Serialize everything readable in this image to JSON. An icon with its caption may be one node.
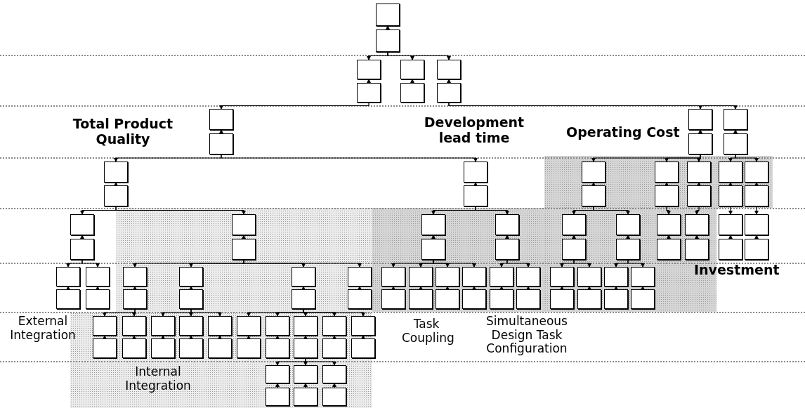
{
  "diagram": {
    "nodes": [
      {
        "text": [],
        "shape": "box"
      },
      {
        "text": [],
        "shape": "box"
      },
      {
        "text": [],
        "shape": "box"
      },
      {
        "text": [],
        "shape": "box"
      },
      {
        "text": [],
        "shape": "box"
      },
      {
        "text": [],
        "shape": "box"
      },
      {
        "text": [],
        "shape": "box"
      },
      {
        "text": [],
        "shape": "box"
      },
      {
        "text": [],
        "shape": "box"
      },
      {
        "text": [],
        "shape": "box"
      },
      {
        "text": [],
        "shape": "box"
      },
      {
        "text": [],
        "shape": "box"
      },
      {
        "text": [],
        "shape": "box"
      },
      {
        "text": [],
        "shape": "box"
      },
      {
        "text": [],
        "shape": "box"
      },
      {
        "text": [],
        "shape": "box"
      },
      {
        "text": [],
        "shape": "box"
      },
      {
        "text": [],
        "shape": "box"
      },
      {
        "text": [],
        "shape": "box"
      },
      {
        "text": [],
        "shape": "box"
      },
      {
        "text": [],
        "shape": "box"
      },
      {
        "text": [],
        "shape": "box"
      },
      {
        "text": [],
        "shape": "box"
      },
      {
        "text": [],
        "shape": "box"
      },
      {
        "text": [],
        "shape": "box"
      },
      {
        "text": [],
        "shape": "box"
      },
      {
        "text": [],
        "shape": "box"
      },
      {
        "text": [],
        "shape": "box"
      },
      {
        "text": [],
        "shape": "box"
      },
      {
        "text": [],
        "shape": "box"
      },
      {
        "text": [],
        "shape": "box"
      },
      {
        "text": [],
        "shape": "box"
      },
      {
        "text": [],
        "shape": "box"
      },
      {
        "text": [],
        "shape": "box"
      },
      {
        "text": [],
        "shape": "box"
      },
      {
        "text": [],
        "shape": "box"
      },
      {
        "text": [],
        "shape": "box"
      },
      {
        "text": [],
        "shape": "box"
      },
      {
        "text": [],
        "shape": "box"
      },
      {
        "text": [],
        "shape": "box"
      },
      {
        "text": [],
        "shape": "box"
      },
      {
        "text": [],
        "shape": "box"
      },
      {
        "text": [],
        "shape": "box"
      },
      {
        "text": [],
        "shape": "box"
      },
      {
        "text": [],
        "shape": "box"
      },
      {
        "text": [],
        "shape": "box"
      },
      {
        "text": [],
        "shape": "box"
      },
      {
        "text": [],
        "shape": "box"
      },
      {
        "text": [],
        "shape": "box"
      },
      {
        "text": [],
        "shape": "box"
      },
      {
        "text": [],
        "shape": "box"
      },
      {
        "text": [],
        "shape": "box"
      },
      {
        "text": [],
        "shape": "box"
      },
      {
        "text": [],
        "shape": "box"
      },
      {
        "text": [],
        "shape": "box"
      },
      {
        "text": [],
        "shape": "box"
      },
      {
        "text": [],
        "shape": "box"
      },
      {
        "text": [],
        "shape": "box"
      },
      {
        "text": [],
        "shape": "box"
      },
      {
        "text": [],
        "shape": "box"
      },
      {
        "text": [],
        "shape": "box"
      },
      {
        "text": [],
        "shape": "box"
      },
      {
        "text": [],
        "shape": "box"
      },
      {
        "text": [],
        "shape": "box"
      },
      {
        "text": [],
        "shape": "box"
      },
      {
        "text": [],
        "shape": "box"
      },
      {
        "text": [],
        "shape": "box"
      },
      {
        "text": [],
        "shape": "box"
      },
      {
        "text": [],
        "shape": "box"
      },
      {
        "text": [],
        "shape": "box"
      },
      {
        "text": [],
        "shape": "box"
      },
      {
        "text": [],
        "shape": "box"
      },
      {
        "text": [],
        "shape": "box"
      },
      {
        "text": [],
        "shape": "box"
      },
      {
        "text": [],
        "shape": "box"
      },
      {
        "text": [],
        "shape": "box"
      },
      {
        "text": [],
        "shape": "box"
      },
      {
        "text": [],
        "shape": "box"
      },
      {
        "text": [],
        "shape": "box"
      },
      {
        "text": [],
        "shape": "box"
      },
      {
        "text": [],
        "shape": "box"
      },
      {
        "text": [],
        "shape": "box"
      },
      {
        "text": [],
        "shape": "box"
      },
      {
        "text": [],
        "shape": "box"
      },
      {
        "text": [],
        "shape": "box"
      },
      {
        "text": [],
        "shape": "box"
      },
      {
        "text": [],
        "shape": "box"
      },
      {
        "text": [],
        "shape": "box"
      },
      {
        "text": [],
        "shape": "box"
      },
      {
        "text": [],
        "shape": "box"
      },
      {
        "text": [],
        "shape": "box"
      },
      {
        "text": [],
        "shape": "box"
      },
      {
        "text": [],
        "shape": "box"
      },
      {
        "text": [],
        "shape": "box"
      },
      {
        "text": [],
        "shape": "box"
      },
      {
        "text": [],
        "shape": "box"
      },
      {
        "text": [],
        "shape": "box"
      },
      {
        "text": [],
        "shape": "box"
      },
      {
        "text": [],
        "shape": "box"
      },
      {
        "text": [],
        "shape": "box"
      },
      {
        "text": [],
        "shape": "box"
      },
      {
        "text": [],
        "shape": "box"
      },
      {
        "text": [],
        "shape": "box"
      },
      {
        "text": [],
        "shape": "box"
      },
      {
        "text": [],
        "shape": "box"
      },
      {
        "text": [],
        "shape": "box"
      }
    ],
    "edges": [
      {
        "from": 1,
        "to": 0,
        "arrow": "to"
      },
      {
        "from": 3,
        "to": 2,
        "arrow": "to"
      },
      {
        "from": 5,
        "to": 4,
        "arrow": "to"
      },
      {
        "from": 7,
        "to": 6,
        "arrow": "to"
      },
      {
        "from": 9,
        "to": 8,
        "arrow": "to"
      },
      {
        "from": 11,
        "to": 10,
        "arrow": "to"
      },
      {
        "from": 13,
        "to": 12,
        "arrow": "to"
      },
      {
        "from": 15,
        "to": 14,
        "arrow": "to"
      },
      {
        "from": 17,
        "to": 16,
        "arrow": "to"
      },
      {
        "from": 19,
        "to": 18,
        "arrow": "to"
      },
      {
        "from": 21,
        "to": 20,
        "arrow": "to"
      },
      {
        "from": 23,
        "to": 22,
        "arrow": "to"
      },
      {
        "from": 25,
        "to": 24,
        "arrow": "to"
      },
      {
        "from": 27,
        "to": 26,
        "arrow": "to"
      },
      {
        "from": 29,
        "to": 28,
        "arrow": "to"
      },
      {
        "from": 31,
        "to": 30,
        "arrow": "to"
      },
      {
        "from": 33,
        "to": 32,
        "arrow": "to"
      },
      {
        "from": 35,
        "to": 34,
        "arrow": "to"
      },
      {
        "from": 37,
        "to": 36,
        "arrow": "to"
      },
      {
        "from": 39,
        "to": 38,
        "arrow": "to"
      },
      {
        "from": 41,
        "to": 40,
        "arrow": "to"
      },
      {
        "from": 43,
        "to": 42,
        "arrow": "to"
      },
      {
        "from": 45,
        "to": 44,
        "arrow": "to"
      },
      {
        "from": 47,
        "to": 46,
        "arrow": "to"
      },
      {
        "from": 49,
        "to": 48,
        "arrow": "to"
      },
      {
        "from": 51,
        "to": 50,
        "arrow": "to"
      },
      {
        "from": 53,
        "to": 52,
        "arrow": "to"
      },
      {
        "from": 55,
        "to": 54,
        "arrow": "to"
      },
      {
        "from": 57,
        "to": 56,
        "arrow": "to"
      },
      {
        "from": 59,
        "to": 58,
        "arrow": "to"
      },
      {
        "from": 61,
        "to": 60,
        "arrow": "to"
      },
      {
        "from": 63,
        "to": 62,
        "arrow": "to"
      },
      {
        "from": 65,
        "to": 64,
        "arrow": "to"
      },
      {
        "from": 67,
        "to": 66,
        "arrow": "to"
      },
      {
        "from": 69,
        "to": 68,
        "arrow": "to"
      },
      {
        "from": 71,
        "to": 70,
        "arrow": "to"
      },
      {
        "from": 73,
        "to": 72,
        "arrow": "to"
      },
      {
        "from": 75,
        "to": 74,
        "arrow": "to"
      },
      {
        "from": 77,
        "to": 76,
        "arrow": "to"
      },
      {
        "from": 79,
        "to": 78,
        "arrow": "to"
      },
      {
        "from": 81,
        "to": 80,
        "arrow": "to"
      },
      {
        "from": 83,
        "to": 82,
        "arrow": "to"
      },
      {
        "from": 85,
        "to": 84,
        "arrow": "to"
      },
      {
        "from": 87,
        "to": 86,
        "arrow": "to"
      },
      {
        "from": 89,
        "to": 88,
        "arrow": "to"
      },
      {
        "from": 91,
        "to": 90,
        "arrow": "to"
      },
      {
        "from": 93,
        "to": 92,
        "arrow": "to"
      },
      {
        "from": 95,
        "to": 94,
        "arrow": "to"
      },
      {
        "from": 97,
        "to": 96,
        "arrow": "to"
      },
      {
        "from": 99,
        "to": 98,
        "arrow": "to"
      },
      {
        "from": 101,
        "to": 100,
        "arrow": "to"
      },
      {
        "from": 103,
        "to": 102,
        "arrow": "to"
      },
      {
        "from": 105,
        "to": 104,
        "arrow": "to"
      },
      {
        "from": 1,
        "to": 2,
        "arrow": "to"
      },
      {
        "from": 1,
        "to": 4,
        "arrow": "to"
      },
      {
        "from": 1,
        "to": 6,
        "arrow": "to"
      },
      {
        "from": 3,
        "to": 8,
        "arrow": "to"
      },
      {
        "from": 7,
        "to": 10,
        "arrow": "to"
      },
      {
        "from": 7,
        "to": 12,
        "arrow": "to"
      },
      {
        "from": 9,
        "to": 14,
        "arrow": "to"
      },
      {
        "from": 9,
        "to": 16,
        "arrow": "to"
      },
      {
        "from": 11,
        "to": 18,
        "arrow": "to"
      },
      {
        "from": 11,
        "to": 20,
        "arrow": "to"
      },
      {
        "from": 11,
        "to": 22,
        "arrow": "to"
      },
      {
        "from": 13,
        "to": 24,
        "arrow": "to"
      },
      {
        "from": 13,
        "to": 26,
        "arrow": "to"
      },
      {
        "from": 15,
        "to": 28,
        "arrow": "to"
      },
      {
        "from": 15,
        "to": 30,
        "arrow": "to"
      },
      {
        "from": 17,
        "to": 32,
        "arrow": "to"
      },
      {
        "from": 17,
        "to": 34,
        "arrow": "to"
      },
      {
        "from": 19,
        "to": 36,
        "arrow": "to"
      },
      {
        "from": 19,
        "to": 38,
        "arrow": "to"
      },
      {
        "from": 21,
        "to": 40,
        "arrow": "to"
      },
      {
        "from": 23,
        "to": 42,
        "arrow": "to"
      },
      {
        "from": 25,
        "to": 44,
        "arrow": "to"
      },
      {
        "from": 27,
        "to": 46,
        "arrow": "to"
      },
      {
        "from": 29,
        "to": 48,
        "arrow": "to"
      },
      {
        "from": 29,
        "to": 50,
        "arrow": "to"
      },
      {
        "from": 31,
        "to": 52,
        "arrow": "to"
      },
      {
        "from": 31,
        "to": 54,
        "arrow": "to"
      },
      {
        "from": 31,
        "to": 56,
        "arrow": "to"
      },
      {
        "from": 31,
        "to": 58,
        "arrow": "to"
      },
      {
        "from": 33,
        "to": 60,
        "arrow": "to"
      },
      {
        "from": 33,
        "to": 62,
        "arrow": "to"
      },
      {
        "from": 33,
        "to": 64,
        "arrow": "to"
      },
      {
        "from": 33,
        "to": 66,
        "arrow": "to"
      },
      {
        "from": 35,
        "to": 68,
        "arrow": "to"
      },
      {
        "from": 35,
        "to": 70,
        "arrow": "to"
      },
      {
        "from": 37,
        "to": 72,
        "arrow": "to"
      },
      {
        "from": 37,
        "to": 74,
        "arrow": "to"
      },
      {
        "from": 39,
        "to": 76,
        "arrow": "to"
      },
      {
        "from": 39,
        "to": 78,
        "arrow": "to"
      },
      {
        "from": 53,
        "to": 80,
        "arrow": "to"
      },
      {
        "from": 53,
        "to": 82,
        "arrow": "to"
      },
      {
        "from": 55,
        "to": 84,
        "arrow": "to"
      },
      {
        "from": 55,
        "to": 86,
        "arrow": "to"
      },
      {
        "from": 55,
        "to": 88,
        "arrow": "to"
      },
      {
        "from": 57,
        "to": 90,
        "arrow": "to"
      },
      {
        "from": 57,
        "to": 92,
        "arrow": "to"
      },
      {
        "from": 57,
        "to": 94,
        "arrow": "to"
      },
      {
        "from": 57,
        "to": 96,
        "arrow": "to"
      },
      {
        "from": 57,
        "to": 98,
        "arrow": "to"
      },
      {
        "from": 95,
        "to": 100,
        "arrow": "to"
      },
      {
        "from": 95,
        "to": 102,
        "arrow": "to"
      },
      {
        "from": 95,
        "to": 104,
        "arrow": "to"
      }
    ],
    "labels": [
      "Total Product Quality",
      "Development lead time",
      "Operating Cost",
      "Investment",
      "External Integration",
      "Task Coupling",
      "Simultaneous Design Task Configuration",
      "Internal Integration"
    ]
  }
}
